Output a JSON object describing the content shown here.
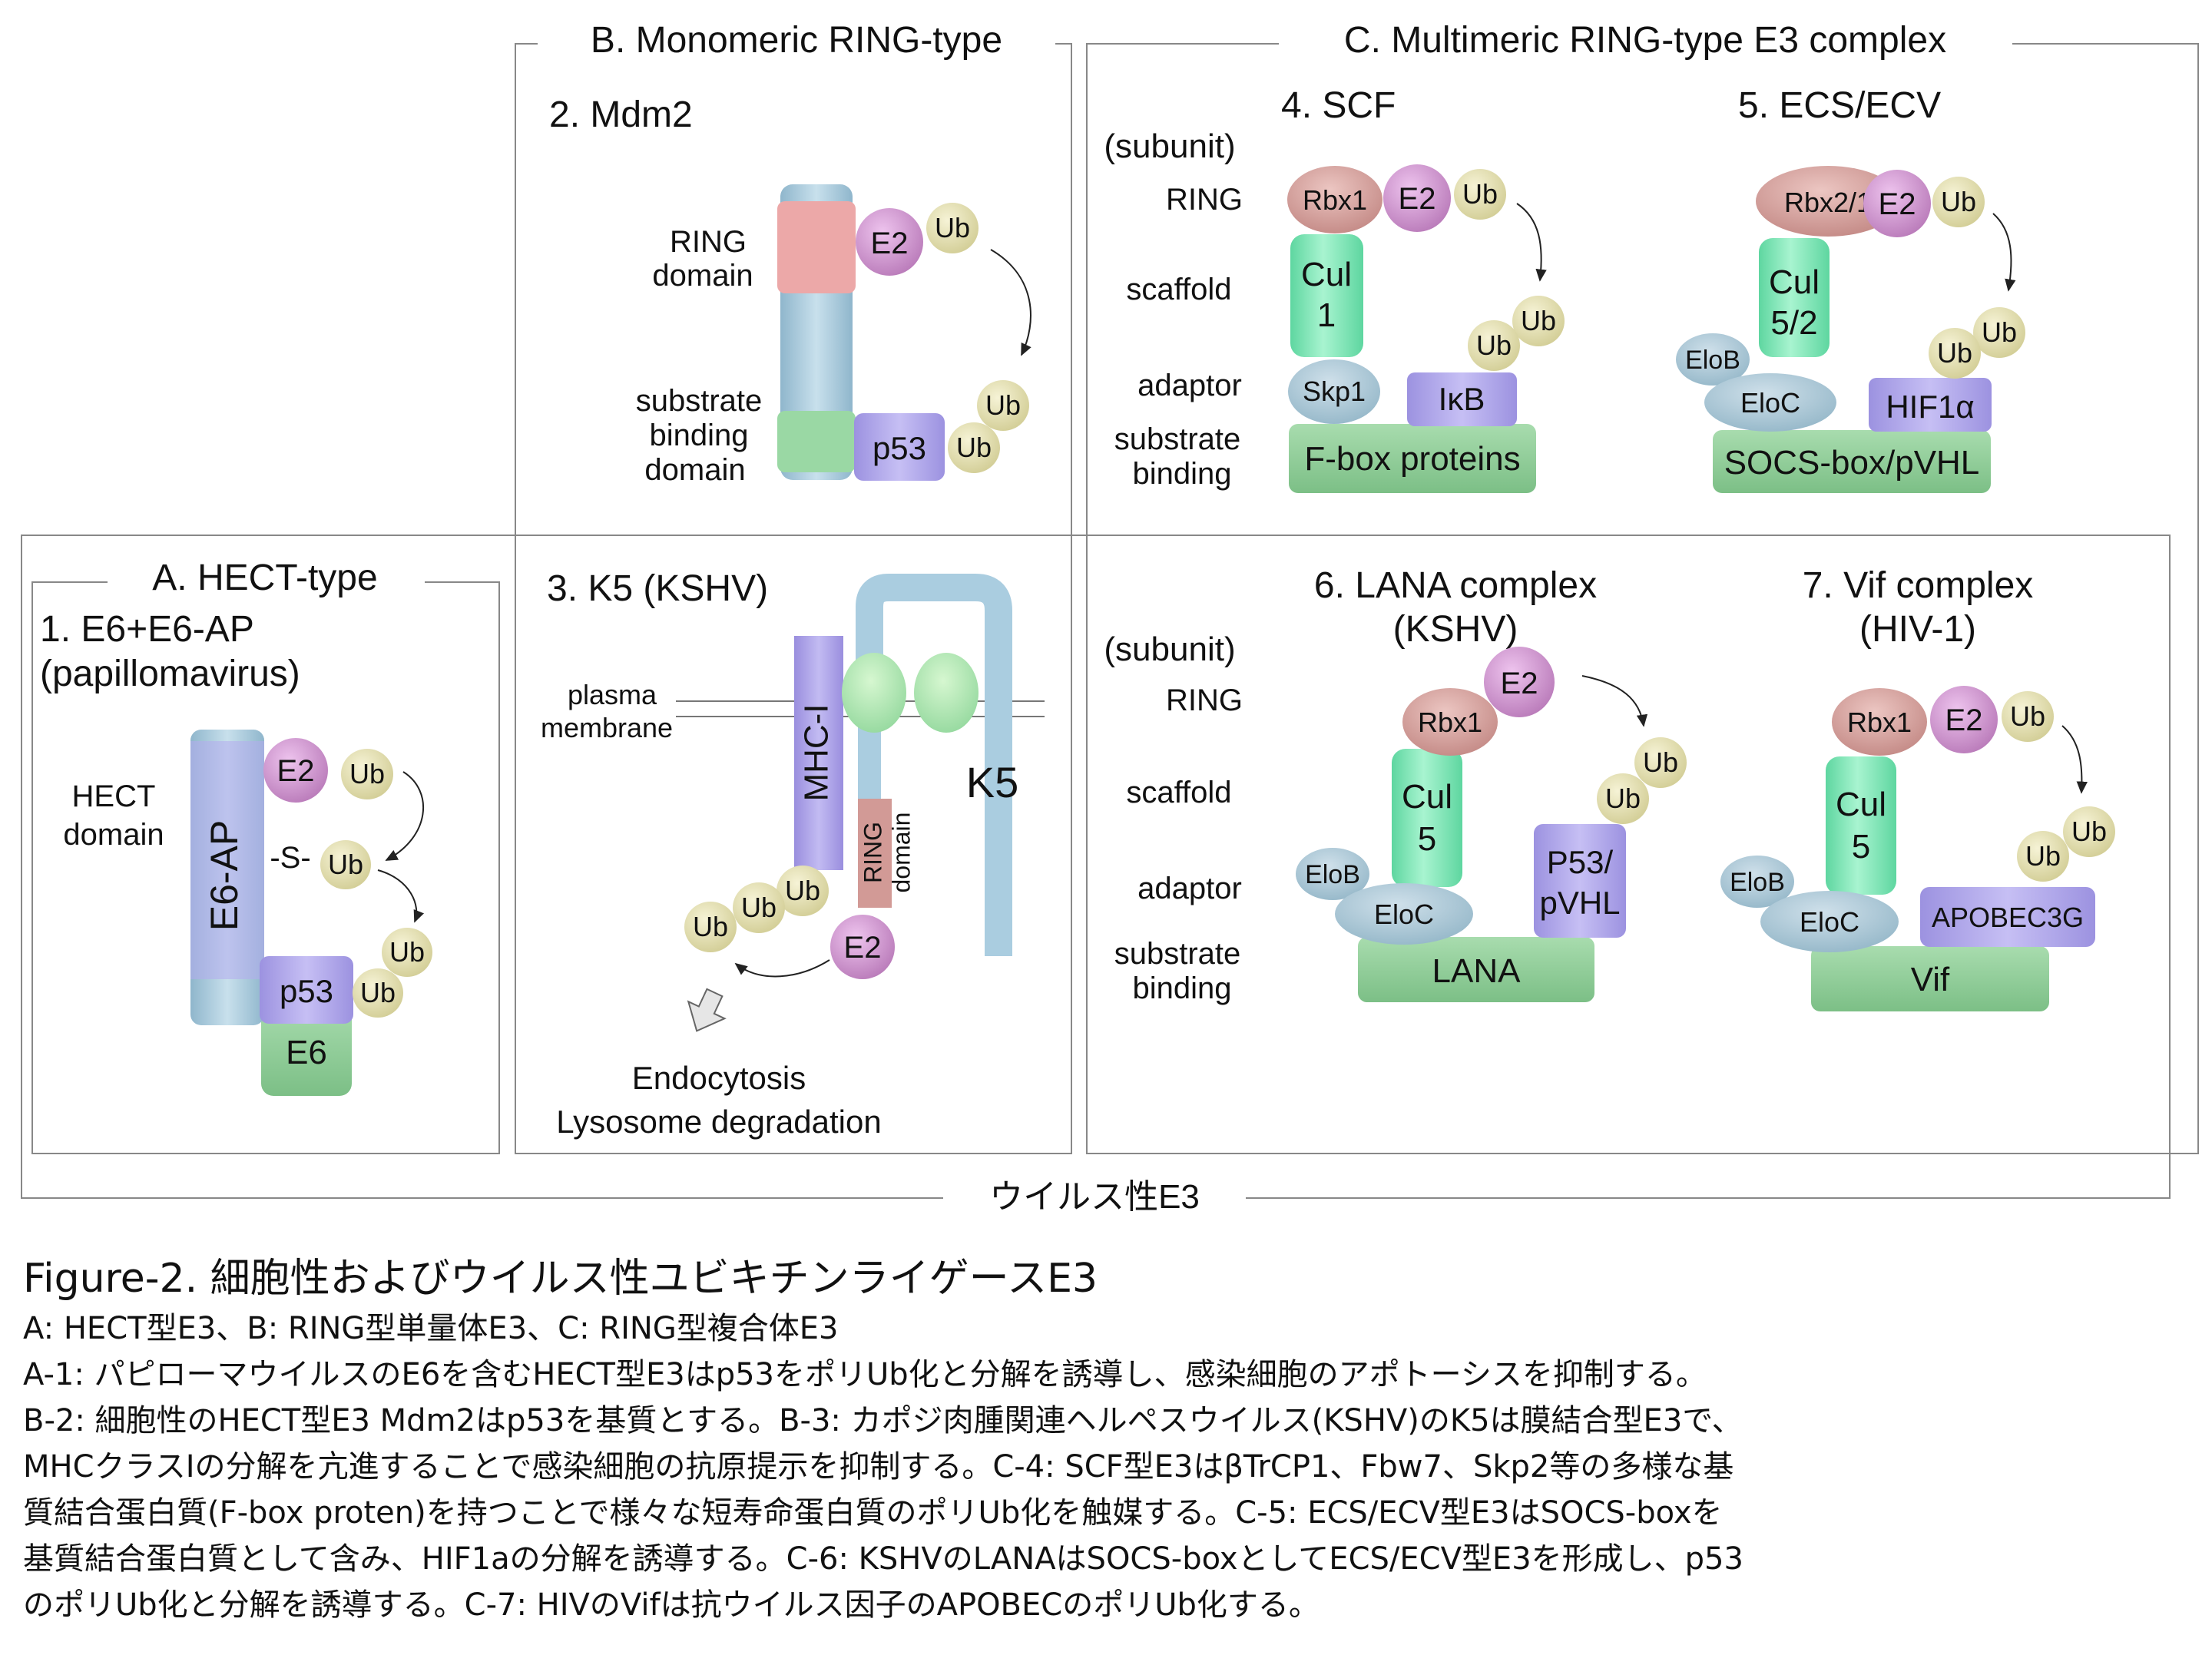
{
  "panels": {
    "A": {
      "title": "A. HECT-type",
      "item": "1.  E6+E6-AP",
      "item_sub": "(papillomavirus)",
      "hect_label": [
        "HECT",
        "domain"
      ],
      "thioester": "-S-",
      "e6ap": "E6-AP",
      "e2": "E2",
      "ub": "Ub",
      "p53": "p53",
      "e6": "E6"
    },
    "B": {
      "title": "B. Monomeric RING-type",
      "mdm2": {
        "heading": "2. Mdm2",
        "ring_label": [
          "RING",
          "domain"
        ],
        "substrate_label": [
          "substrate",
          "binding",
          "domain"
        ],
        "e2": "E2",
        "ub": "Ub",
        "p53": "p53"
      },
      "k5": {
        "heading": "3. K5 (KSHV)",
        "membrane_label": [
          "plasma",
          "membrane"
        ],
        "mhc": "MHC-I",
        "k5": "K5",
        "ring_domain": [
          "RING",
          "domain"
        ],
        "e2": "E2",
        "ub": "Ub",
        "outcome": [
          "Endocytosis",
          "Lysosome degradation"
        ]
      }
    },
    "C": {
      "title": "C. Multimeric RING-type E3 complex",
      "row_labels": {
        "subunit": "(subunit)",
        "ring": "RING",
        "scaffold": "scaffold",
        "adaptor": "adaptor",
        "substrate_binding": [
          "substrate",
          "binding"
        ]
      },
      "scf": {
        "heading": "4. SCF",
        "rbx": "Rbx1",
        "e2": "E2",
        "ub": "Ub",
        "cul": [
          "Cul",
          "1"
        ],
        "adaptor": "Skp1",
        "substrate": "IκB",
        "receptor": "F-box proteins"
      },
      "ecs": {
        "heading": "5. ECS/ECV",
        "rbx": "Rbx2/1",
        "e2": "E2",
        "ub": "Ub",
        "cul": [
          "Cul",
          "5/2"
        ],
        "elob": "EloB",
        "eloc": "EloC",
        "substrate": "HIF1α",
        "receptor": "SOCS-box/pVHL"
      },
      "lana": {
        "heading": [
          "6. LANA complex",
          "(KSHV)"
        ],
        "rbx": "Rbx1",
        "e2": "E2",
        "ub": "Ub",
        "cul": [
          "Cul",
          "5"
        ],
        "elob": "EloB",
        "eloc": "EloC",
        "substrate": [
          "P53/",
          "pVHL"
        ],
        "receptor": "LANA"
      },
      "vif": {
        "heading": [
          "7. Vif complex",
          "(HIV-1)"
        ],
        "rbx": "Rbx1",
        "e2": "E2",
        "ub": "Ub",
        "cul": [
          "Cul",
          "5"
        ],
        "elob": "EloB",
        "eloc": "EloC",
        "substrate": "APOBEC3G",
        "receptor": "Vif"
      }
    },
    "viral_group": "ウイルス性E3"
  },
  "caption": {
    "title": "Figure-2. 細胞性およびウイルス性ユビキチンライゲースE3",
    "lines": [
      "A: HECT型E3、B:  RING型単量体E3、C:  RING型複合体E3",
      "A-1:  パピローマウイルスのE6を含むHECT型E3はp53をポリUb化と分解を誘導し、感染細胞のアポトーシスを抑制する。",
      "B-2:  細胞性のHECT型E3 Mdm2はp53を基質とする。B-3:  カポジ肉腫関連ヘルペスウイルス(KSHV)のK5は膜結合型E3で、",
      "MHCクラスIの分解を亢進することで感染細胞の抗原提示を抑制する。C-4:  SCF型E3はβTrCP1、Fbw7、Skp2等の多様な基",
      "質結合蛋白質(F-box proten)を持つことで様々な短寿命蛋白質のポリUb化を触媒する。C-5:  ECS/ECV型E3はSOCS-boxを",
      "基質結合蛋白質として含み、HIF1aの分解を誘導する。C-6:  KSHVのLANAはSOCS-boxとしてECS/ECV型E3を形成し、p53",
      "のポリUb化と分解を誘導する。C-7:  HIVのVifは抗ウイルス因子のAPOBECのポリUb化する。"
    ]
  },
  "colors": {
    "ub": "#e4e0b0",
    "e2": "#cf93d0",
    "rbx": "#d49a96",
    "cul": "#78e8b4",
    "adaptor": "#a8c4d4",
    "substrate": "#aaa0e6",
    "receptor": "#8ccc94",
    "e6ap": "#a8c8dc",
    "ring": "#e8a8a8",
    "border": "#888888"
  }
}
